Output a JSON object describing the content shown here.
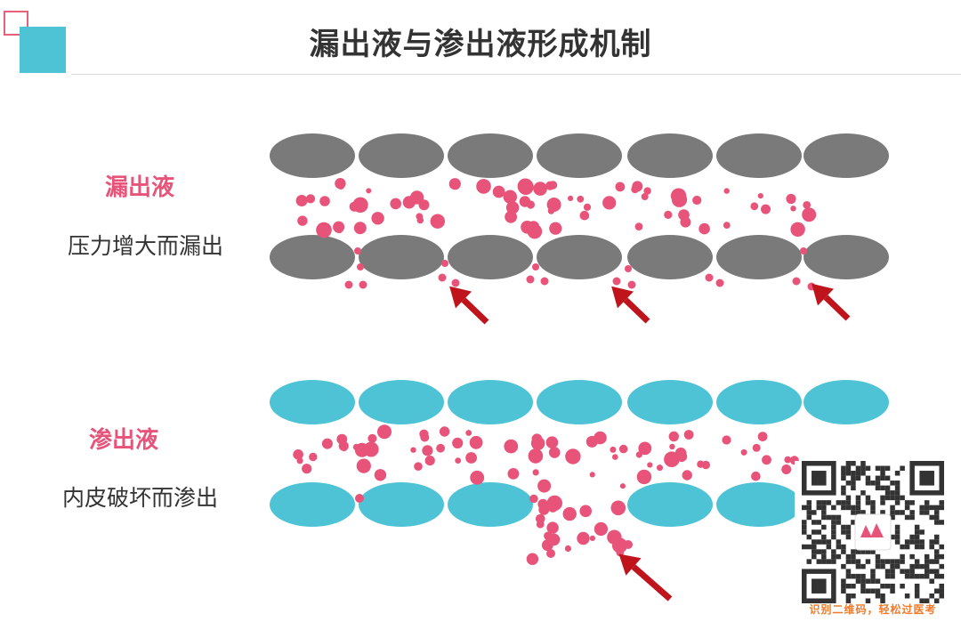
{
  "title": "漏出液与渗出液形成机制",
  "sections": [
    {
      "label": "漏出液",
      "description": "压力增大而漏出",
      "cell_color": "#7a7a7a"
    },
    {
      "label": "渗出液",
      "description": "内皮破坏而渗出",
      "cell_color": "#4ec3d6"
    }
  ],
  "colors": {
    "accent": "#e8537a",
    "arrow": "#c0141c",
    "deco": "#4ec3d6"
  },
  "qr": {
    "caption": "识别二维码，轻松过医考"
  }
}
